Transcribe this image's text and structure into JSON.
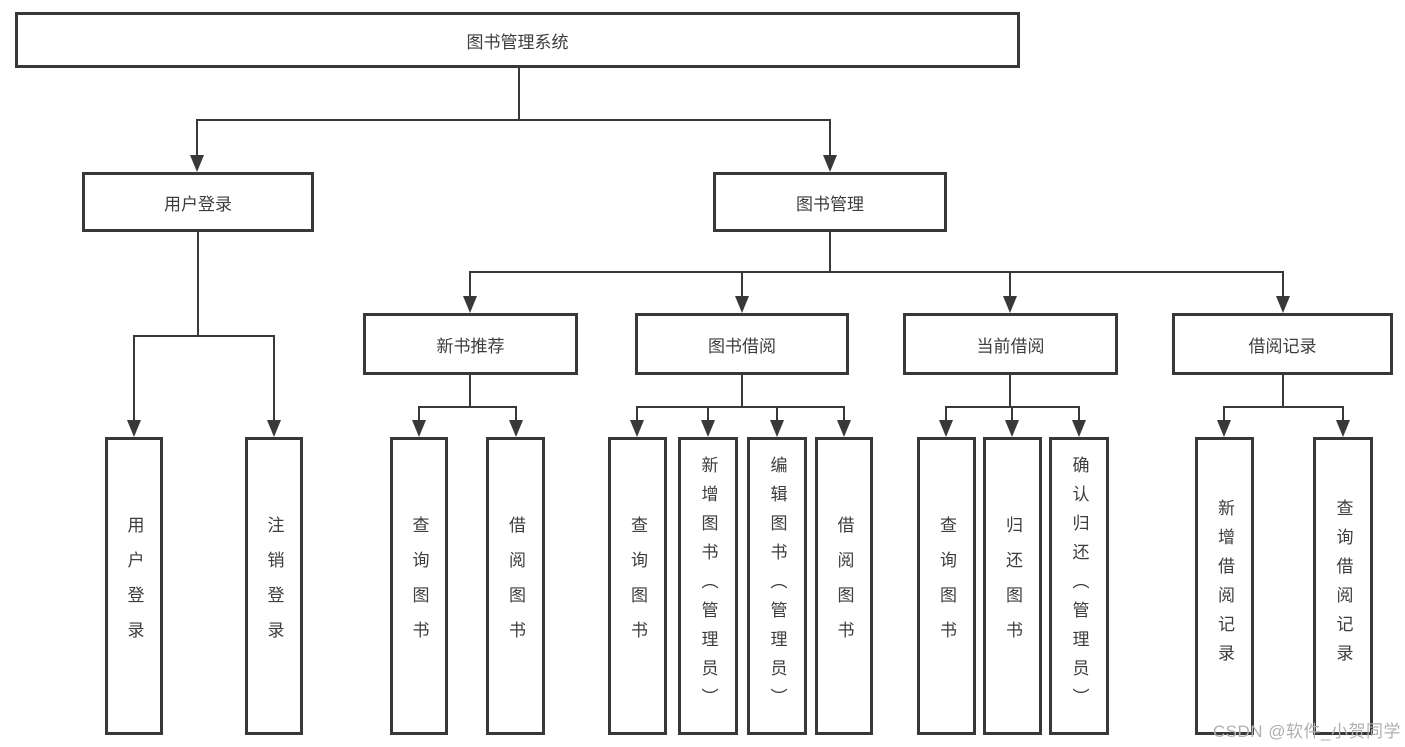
{
  "colors": {
    "line": "#383838",
    "text": "#3d3d3d",
    "background": "#ffffff",
    "watermark": "#b0b0b0"
  },
  "watermark": "CSDN @软件_小贺同学",
  "tree": {
    "root": "图书管理系统",
    "level2": {
      "user_login": "用户登录",
      "book_management": "图书管理"
    },
    "level3": {
      "new_books": "新书推荐",
      "book_borrow": "图书借阅",
      "current_borrow": "当前借阅",
      "borrow_records": "借阅记录"
    },
    "leaves": {
      "user_login": "用户登录",
      "logout": "注销登录",
      "nb_query_books": "查询图书",
      "nb_borrow_books": "借阅图书",
      "bb_query_books": "查询图书",
      "bb_add_books_admin": "新增图书（管理员）",
      "bb_edit_books_admin": "编辑图书（管理员）",
      "bb_borrow_books": "借阅图书",
      "cb_query_books": "查询图书",
      "cb_return_books": "归还图书",
      "cb_confirm_return_admin": "确认归还（管理员）",
      "br_add_record": "新增借阅记录",
      "br_query_record": "查询借阅记录"
    }
  }
}
